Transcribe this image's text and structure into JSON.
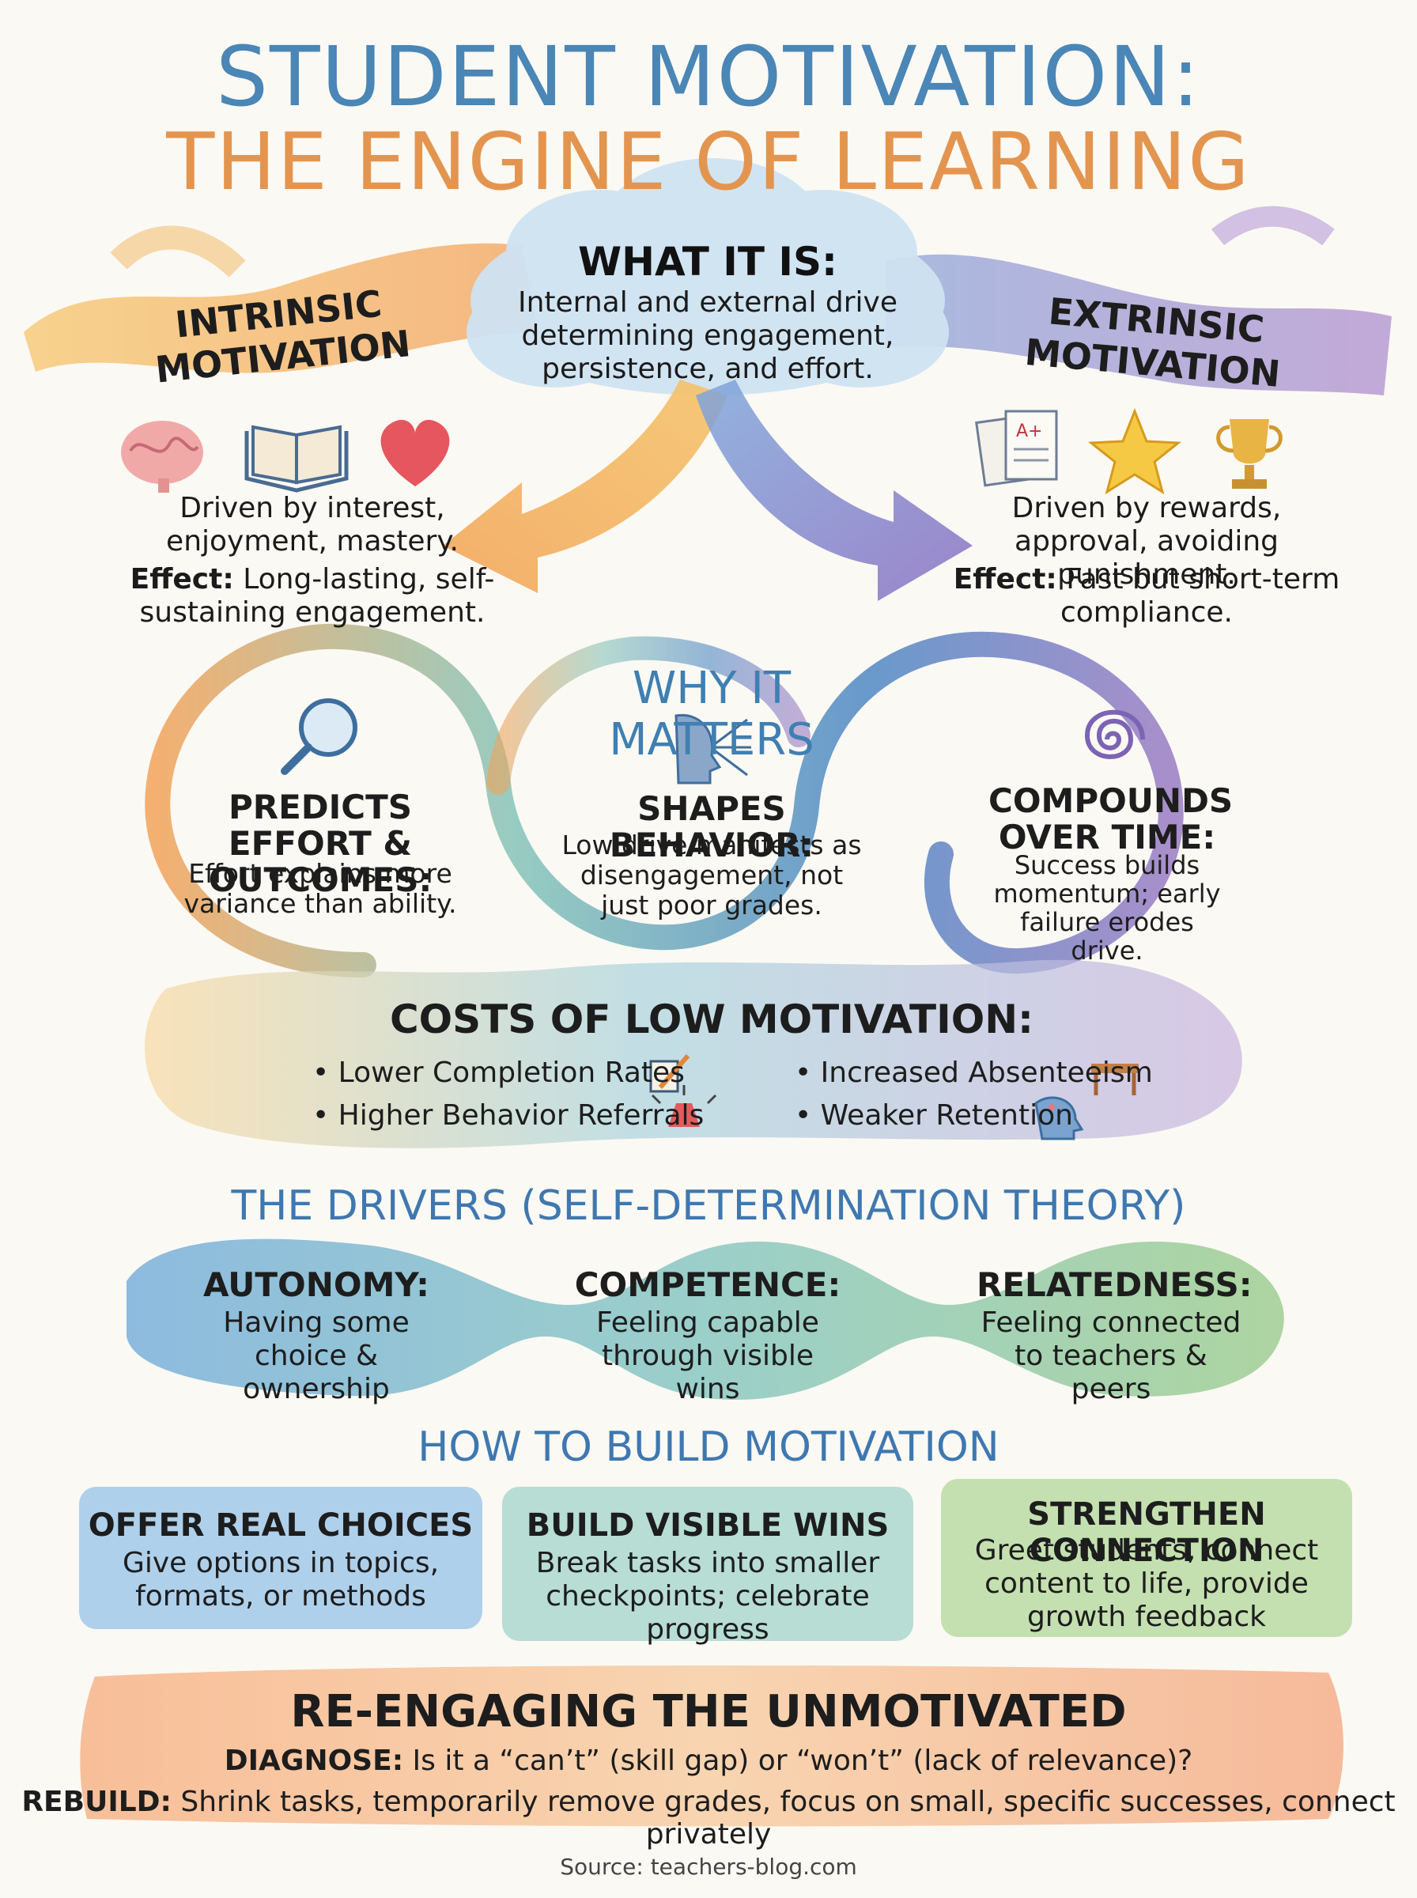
{
  "title": {
    "line1": "STUDENT MOTIVATION:",
    "line2": "THE ENGINE OF LEARNING"
  },
  "what_it_is": {
    "title": "WHAT IT IS:",
    "body": "Internal and external drive determining engagement, persistence, and effort."
  },
  "intrinsic": {
    "label": "INTRINSIC MOTIVATION",
    "description": "Driven by interest, enjoyment, mastery.",
    "effect_label": "Effect:",
    "effect_text": "Long-lasting, self-sustaining engagement.",
    "icons": [
      "brain-icon",
      "book-icon",
      "heart-icon"
    ]
  },
  "extrinsic": {
    "label": "EXTRINSIC MOTIVATION",
    "description": "Driven by rewards, approval, avoiding punishment.",
    "effect_label": "Effect:",
    "effect_text": "Fast but short-term compliance.",
    "icons": [
      "graded-paper-icon",
      "star-icon",
      "trophy-icon"
    ]
  },
  "why_it_matters": {
    "title": "WHY IT MATTERS",
    "items": [
      {
        "title": "PREDICTS EFFORT & OUTCOMES:",
        "body": "Effort explains more variance than ability.",
        "icon": "magnifier-icon"
      },
      {
        "title": "SHAPES BEHAVIOR:",
        "body": "Low drive manifests as disengagement, not just poor grades.",
        "icon": "head-arrows-icon"
      },
      {
        "title": "COMPOUNDS OVER TIME:",
        "body": "Success builds momentum; early failure erodes drive.",
        "icon": "spiral-icon"
      }
    ]
  },
  "costs": {
    "title": "COSTS OF LOW MOTIVATION:",
    "items": [
      {
        "text": "• Lower Completion Rates",
        "icon": "pencil-paper-icon"
      },
      {
        "text": "• Increased Absenteeism",
        "icon": "empty-desk-icon"
      },
      {
        "text": "• Higher Behavior Referrals",
        "icon": "alarm-icon"
      },
      {
        "text": "• Weaker Retention",
        "icon": "head-fading-icon"
      }
    ]
  },
  "drivers": {
    "title": "THE DRIVERS (SELF-DETERMINATION THEORY)",
    "items": [
      {
        "title": "AUTONOMY:",
        "body": "Having some choice & ownership"
      },
      {
        "title": "COMPETENCE:",
        "body": "Feeling capable through visible wins"
      },
      {
        "title": "RELATEDNESS:",
        "body": "Feeling connected to teachers & peers"
      }
    ]
  },
  "build": {
    "title": "HOW TO BUILD MOTIVATION",
    "items": [
      {
        "title": "OFFER REAL CHOICES",
        "body": "Give options in topics, formats, or methods"
      },
      {
        "title": "BUILD VISIBLE WINS",
        "body": "Break tasks into smaller checkpoints; celebrate progress"
      },
      {
        "title": "STRENGTHEN CONNECTION",
        "body": "Greet students, connect content to life, provide growth feedback"
      }
    ]
  },
  "reengage": {
    "title": "RE-ENGAGING THE UNMOTIVATED",
    "diagnose_label": "DIAGNOSE:",
    "diagnose_text": "Is it a “can’t” (skill gap) or “won’t” (lack of relevance)?",
    "rebuild_label": "REBUILD:",
    "rebuild_text": "Shrink tasks, temporarily remove grades, focus on small, specific successes, connect privately"
  },
  "source": "Source: teachers-blog.com",
  "colors": {
    "blue": "#4a86b6",
    "orange": "#e3954f",
    "purple": "#9a7cc4",
    "green": "#7fb679",
    "teal": "#6bb3b0"
  }
}
